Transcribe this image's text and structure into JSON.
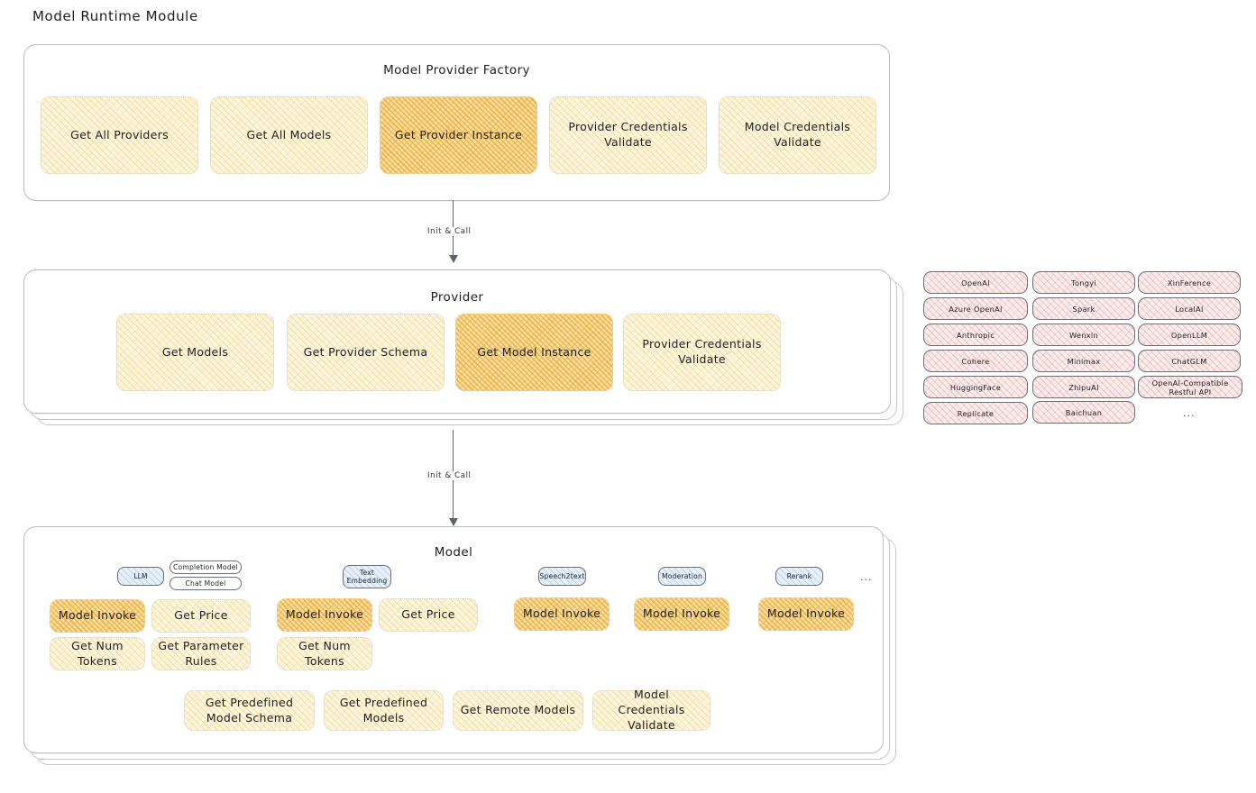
{
  "page_title": "Model Runtime Module",
  "factory": {
    "title": "Model Provider Factory",
    "boxes": [
      {
        "label": "Get All Providers",
        "highlight": false
      },
      {
        "label": "Get All Models",
        "highlight": false
      },
      {
        "label": "Get Provider Instance",
        "highlight": true
      },
      {
        "label": "Provider Credentials Validate",
        "highlight": false
      },
      {
        "label": "Model Credentials Validate",
        "highlight": false
      }
    ]
  },
  "arrow1": {
    "label": "Init & Call"
  },
  "provider": {
    "title": "Provider",
    "boxes": [
      {
        "label": "Get Models",
        "highlight": false
      },
      {
        "label": "Get Provider Schema",
        "highlight": false
      },
      {
        "label": "Get Model Instance",
        "highlight": true
      },
      {
        "label": "Provider Credentials Validate",
        "highlight": false
      }
    ]
  },
  "arrow2": {
    "label": "Init & Call"
  },
  "provider_list": {
    "columns": [
      [
        "OpenAI",
        "Azure OpenAI",
        "Anthropic",
        "Cohere",
        "HuggingFace",
        "Replicate"
      ],
      [
        "Tongyi",
        "Spark",
        "Wenxin",
        "Minimax",
        "ZhipuAI",
        "Baichuan"
      ],
      [
        "XinFerence",
        "LocalAI",
        "OpenLLM",
        "ChatGLM",
        "OpenAI-Compatible Restful API"
      ]
    ],
    "more": "..."
  },
  "model": {
    "title": "Model",
    "more": "...",
    "types": [
      {
        "name": "LLM",
        "sub_chips": [
          "Completion Model",
          "Chat Model"
        ],
        "boxes": [
          {
            "label": "Model Invoke",
            "highlight": true
          },
          {
            "label": "Get Price",
            "highlight": false
          },
          {
            "label": "Get Num Tokens",
            "highlight": false
          },
          {
            "label": "Get Parameter Rules",
            "highlight": false
          }
        ]
      },
      {
        "name": "Text Embedding",
        "sub_chips": [],
        "boxes": [
          {
            "label": "Model Invoke",
            "highlight": true
          },
          {
            "label": "Get Price",
            "highlight": false
          },
          {
            "label": "Get Num Tokens",
            "highlight": false
          }
        ]
      },
      {
        "name": "Speech2text",
        "sub_chips": [],
        "boxes": [
          {
            "label": "Model Invoke",
            "highlight": true
          }
        ]
      },
      {
        "name": "Moderation",
        "sub_chips": [],
        "boxes": [
          {
            "label": "Model Invoke",
            "highlight": true
          }
        ]
      },
      {
        "name": "Rerank",
        "sub_chips": [],
        "boxes": [
          {
            "label": "Model Invoke",
            "highlight": true
          }
        ]
      }
    ],
    "common_boxes": [
      {
        "label": "Get Predefined Model Schema"
      },
      {
        "label": "Get Predefined Models"
      },
      {
        "label": "Get Remote Models"
      },
      {
        "label": "Model Credentials Validate"
      }
    ]
  },
  "colors": {
    "box_fill": "#fdf6e0",
    "box_highlight": "#fbdfa4",
    "provider_pill": "#fdeeee",
    "chip_blue": "#e8f1fb",
    "border_gray": "#b9bcc0"
  }
}
